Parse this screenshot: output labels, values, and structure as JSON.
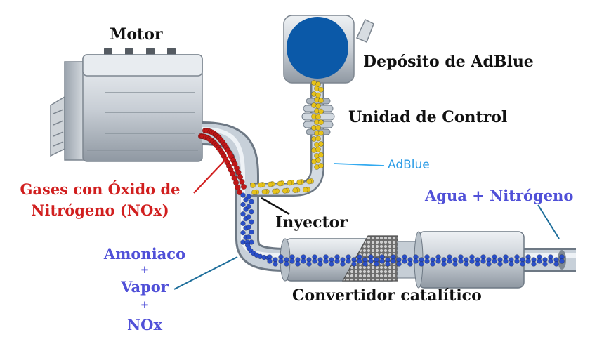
{
  "labels": {
    "motor": "Motor",
    "deposito": "Depósito de AdBlue",
    "unidad": "Unidad de Control",
    "adblue": "AdBlue",
    "gases_line1": "Gases con Óxido de",
    "gases_line2": "Nitrógeno (NOx)",
    "inyector": "Inyector",
    "agua": "Agua + Nitrógeno",
    "amoniaco": "Amoniaco",
    "plus1": "+",
    "vapor": "Vapor",
    "plus2": "+",
    "nox": "NOx",
    "convertidor": "Convertidor catalítico"
  },
  "colors": {
    "red_label": "#d11f1f",
    "blue_label": "#5050d8",
    "adblue_label": "#2a9be6",
    "tank_blue": "#0b59a8",
    "yellow_particles": "#e6c21a",
    "red_particles": "#c01818",
    "blue_particles": "#2a4fc8",
    "pointer_line": "#1c6d9a"
  }
}
